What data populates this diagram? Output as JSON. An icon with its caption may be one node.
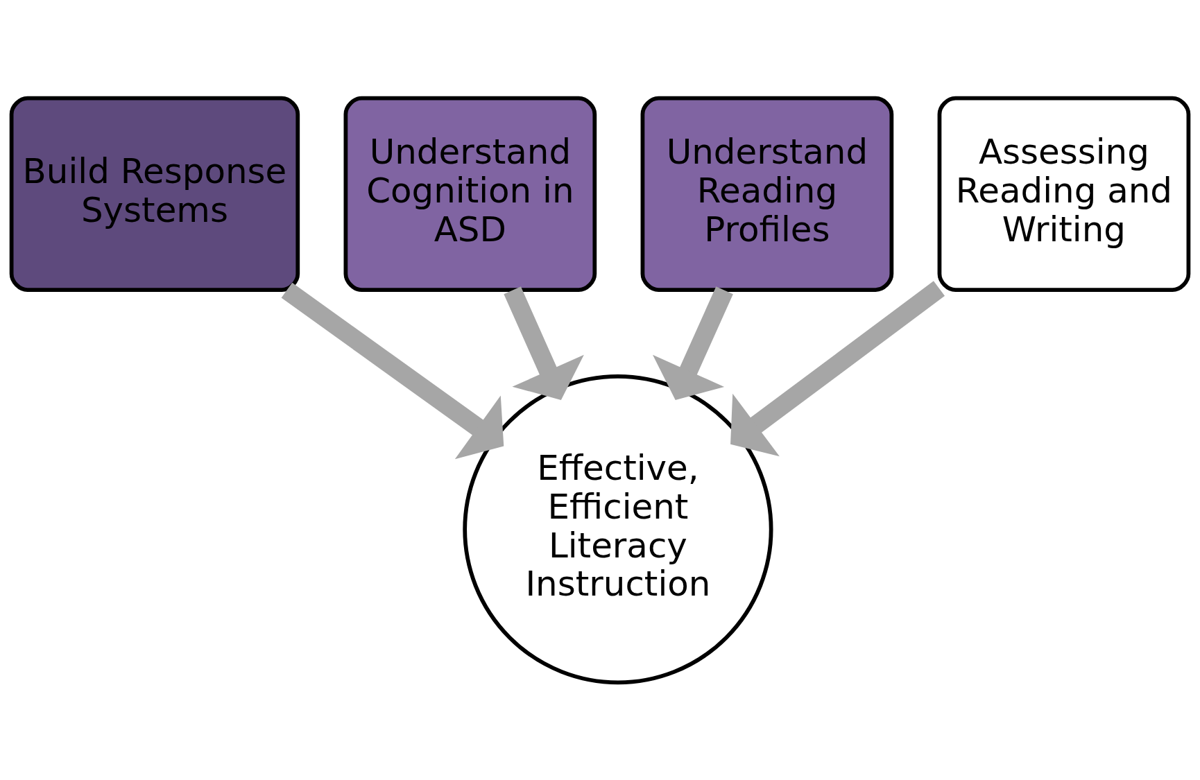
{
  "diagram": {
    "nodes": [
      {
        "text": [
          "Build Response Systems"
        ]
      },
      {
        "text": [
          "Understand Cognition in ASD"
        ]
      },
      {
        "text": [
          "Understand Reading Profiles"
        ]
      },
      {
        "text": [
          "Assessing Reading and Writing"
        ]
      },
      {
        "text": [
          "Effective, Efficient Literacy Instruction"
        ]
      }
    ],
    "edges": [
      {
        "from": 0,
        "to": 4,
        "arrow": "to"
      },
      {
        "from": 1,
        "to": 4,
        "arrow": "to"
      },
      {
        "from": 2,
        "to": 4,
        "arrow": "to"
      },
      {
        "from": 3,
        "to": 4,
        "arrow": "to"
      }
    ]
  }
}
